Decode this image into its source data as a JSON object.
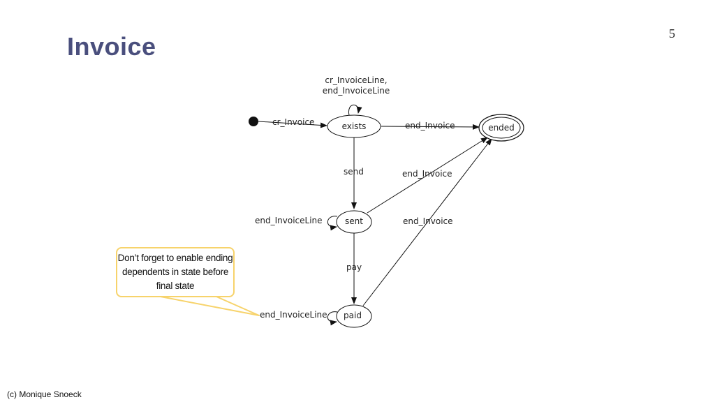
{
  "slide": {
    "title": "Invoice",
    "page_number": "5",
    "footer": "(c) Monique Snoeck"
  },
  "diagram": {
    "states": {
      "exists": "exists",
      "ended": "ended",
      "sent": "sent",
      "paid": "paid"
    },
    "transitions": {
      "create": "cr_Invoice",
      "self_exists_line1": "cr_InvoiceLine,",
      "self_exists_line2": "end_InvoiceLine",
      "exists_to_ended": "end_Invoice",
      "send": "send",
      "sent_to_ended": "end_Invoice",
      "self_sent": "end_InvoiceLine",
      "paid_to_ended": "end_Invoice",
      "pay": "pay",
      "self_paid": "end_InvoiceLine"
    }
  },
  "callout": {
    "text": "Don’t forget to enable ending dependents in state before final state"
  },
  "colors": {
    "title": "#4a4f7d",
    "callout_border": "#f7d36b"
  }
}
